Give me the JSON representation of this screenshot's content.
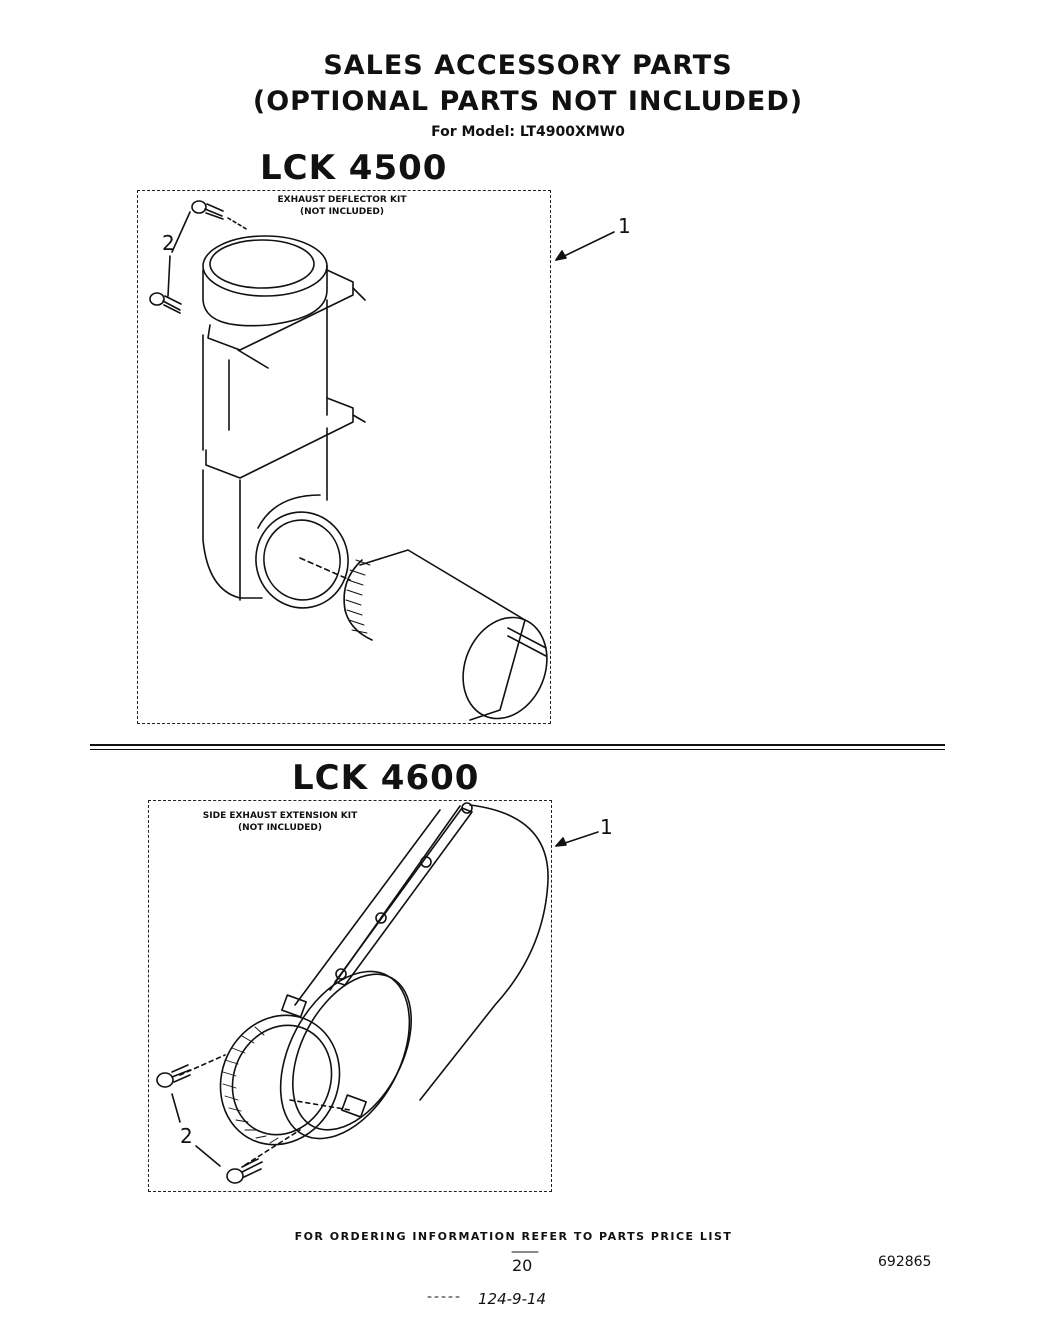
{
  "header": {
    "title_line1": "SALES ACCESSORY PARTS",
    "title_line2": "(OPTIONAL PARTS NOT INCLUDED)",
    "model_line": "For Model: LT4900XMW0"
  },
  "kits": [
    {
      "name": "LCK 4500",
      "label_line1": "EXHAUST DEFLECTOR KIT",
      "label_line2": "(NOT INCLUDED)",
      "callout_kit": "1",
      "callout_screws": "2"
    },
    {
      "name": "LCK 4600",
      "label_line1": "SIDE EXHAUST EXTENSION KIT",
      "label_line2": "(NOT INCLUDED)",
      "callout_kit": "1",
      "callout_screws": "2"
    }
  ],
  "footer": {
    "ordering_info": "FOR ORDERING INFORMATION REFER TO PARTS PRICE LIST",
    "page_number": "20",
    "document_number": "692865",
    "handwritten_note": "124-9-14"
  }
}
